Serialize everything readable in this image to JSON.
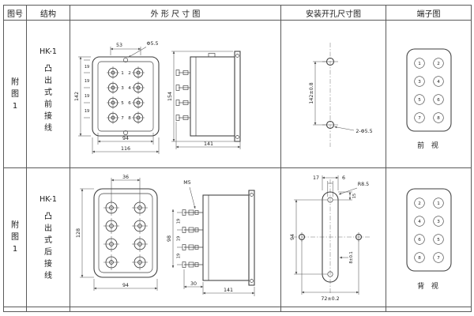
{
  "header": {
    "fig_no": "图号",
    "structure": "结构",
    "outline": "外 形 尺 寸 图",
    "install": "安装开孔尺寸图",
    "terminal": "端子图"
  },
  "rows": [
    {
      "fig_no": "附图1",
      "model": "HK-1",
      "wiring": "凸出式前接线",
      "outline": {
        "dim_top_width": "53",
        "dim_hole": "Φ5.5",
        "dim_height": "142",
        "dim_pitch": "19",
        "t": [
          "1",
          "2",
          "3",
          "4",
          "5",
          "6",
          "7",
          "8"
        ],
        "dim_inner_width": "94",
        "dim_outer_width": "116",
        "dim_side_height": "154",
        "dim_depth": "141"
      },
      "install": {
        "dim_span": "142±0.8",
        "holes": "2-Φ5.5"
      },
      "terminal": {
        "n": [
          "1",
          "2",
          "3",
          "4",
          "5",
          "6",
          "7",
          "8"
        ],
        "view": "前 视"
      }
    },
    {
      "fig_no": "附图1",
      "model": "HK-1",
      "wiring": "凸出式后接线",
      "outline": {
        "dim_col_span": "36",
        "dim_height": "128",
        "dim_width": "94",
        "dim_thread": "M5",
        "dim_block": "98",
        "dim_pitch": "19",
        "dim_stud": "30",
        "dim_depth": "141"
      },
      "install": {
        "dim_17": "17",
        "dim_6": "6",
        "dim_15": "15",
        "dim_r": "R8.5",
        "dim_v_span": "94",
        "dim_h_span": "72±0.2",
        "dim_slot": "8±0.1"
      },
      "terminal": {
        "n": [
          "2",
          "1",
          "4",
          "3",
          "6",
          "5",
          "8",
          "7"
        ],
        "view": "背 视"
      }
    }
  ]
}
